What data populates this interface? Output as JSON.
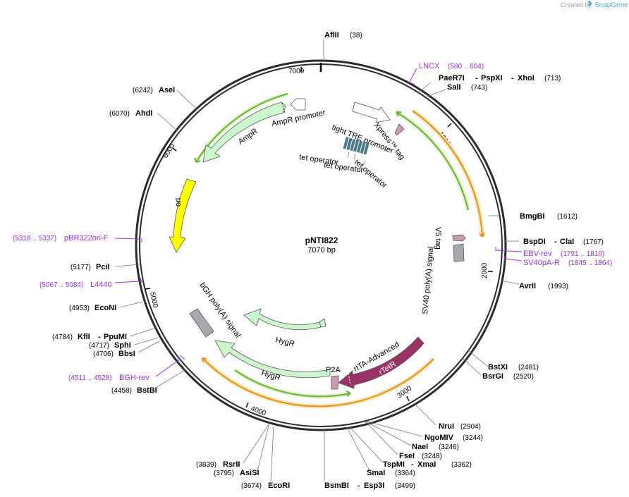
{
  "credit": {
    "text": "Created by",
    "brand": "SnapGene"
  },
  "plasmid": {
    "name": "pNTI822",
    "length_label": "7070 bp"
  },
  "ticks": [
    "1000",
    "2000",
    "3000",
    "4000",
    "5000",
    "6000",
    "7000"
  ],
  "enzymes": {
    "aflii": {
      "name": "AflII",
      "pos": "(38)"
    },
    "paer7i": {
      "name": "PaeR7I",
      "name2": "PspXI",
      "name3": "XhoI",
      "pos": "(713)"
    },
    "sali": {
      "name": "SalI",
      "pos": "(743)"
    },
    "bmgbi": {
      "name": "BmgBI",
      "pos": "(1612)"
    },
    "bspdi": {
      "name": "BspDI",
      "name2": "ClaI",
      "pos": "(1767)"
    },
    "avrii": {
      "name": "AvrII",
      "pos": "(1993)"
    },
    "bstxi": {
      "name": "BstXI",
      "pos": "(2481)"
    },
    "bsrgi": {
      "name": "BsrGI",
      "pos": "(2520)"
    },
    "nrui": {
      "name": "NruI",
      "pos": "(2904)"
    },
    "ngomiv": {
      "name": "NgoMIV",
      "pos": "(3244)"
    },
    "naei": {
      "name": "NaeI",
      "pos": "(3246)"
    },
    "fsei": {
      "name": "FseI",
      "pos": "(3248)"
    },
    "tspmi": {
      "name": "TspMI",
      "name2": "XmaI",
      "pos": "(3362)"
    },
    "smai": {
      "name": "SmaI",
      "pos": "(3364)"
    },
    "bsmbi": {
      "name": "BsmBI",
      "name2": "Esp3I",
      "pos": "(3499)"
    },
    "ecori": {
      "name": "EcoRI",
      "pos": "(3674)"
    },
    "asisi": {
      "name": "AsiSI",
      "pos": "(3795)"
    },
    "rsrii": {
      "name": "RsrII",
      "pos": "(3839)"
    },
    "bstbi": {
      "name": "BstBI",
      "pos": "(4458)"
    },
    "bbsi": {
      "name": "BbsI",
      "pos": "(4706)"
    },
    "sphi": {
      "name": "SphI",
      "pos": "(4717)"
    },
    "kfli": {
      "name": "KflI",
      "name2": "PpuMI",
      "pos": "(4784)"
    },
    "econi": {
      "name": "EcoNI",
      "pos": "(4953)"
    },
    "pcii": {
      "name": "PciI",
      "pos": "(5177)"
    },
    "ahdi": {
      "name": "AhdI",
      "pos": "(6070)"
    },
    "asei": {
      "name": "AseI",
      "pos": "(6242)"
    }
  },
  "primers": {
    "lncx": {
      "name": "LNCX",
      "pos": "(580 .. 604)"
    },
    "ebv": {
      "name": "EBV-rev",
      "pos": "(1791 .. 1810)"
    },
    "sv40pa": {
      "name": "SV40pA-R",
      "pos": "(1845 .. 1864)"
    },
    "bgh": {
      "name": "BGH-rev",
      "pos": "(4511 .. 4528)"
    },
    "l4440": {
      "name": "L4440",
      "pos": "(5067 .. 5084)"
    },
    "pbr322": {
      "name": "pBR322ori-F",
      "pos": "(5318 .. 5337)"
    }
  },
  "features": {
    "ampr": "AmpR",
    "ampr_promoter": "AmpR promoter",
    "ori": "ori",
    "tight_tre": "tight TRE promoter",
    "xpress": "Xpress™ tag",
    "tet_op1": "tet operator",
    "tet_op2": "tet operator",
    "tet_op3": "tet operator",
    "v5": "V5 tag",
    "sv40": "SV40 poly(A) signal",
    "bgh": "bGH poly(A) signal",
    "hygr1": "HygR",
    "hygr2": "HygR",
    "p2a": "P2A",
    "rtta": "rtTA-Advanced",
    "rtetr": "rTetR"
  },
  "colors": {
    "backbone": "#2b2b2b",
    "cds": "#ccf7cc",
    "ori": "#ffff00",
    "promoter": "#ffffff",
    "polya": "#a7aaad",
    "rtetr": "#993366",
    "tag": "#cc99b2",
    "operator": "#4d7a85",
    "primer": "#9b30d9",
    "orf_green": "#6bb33a",
    "orf_orange": "#e0961b"
  }
}
